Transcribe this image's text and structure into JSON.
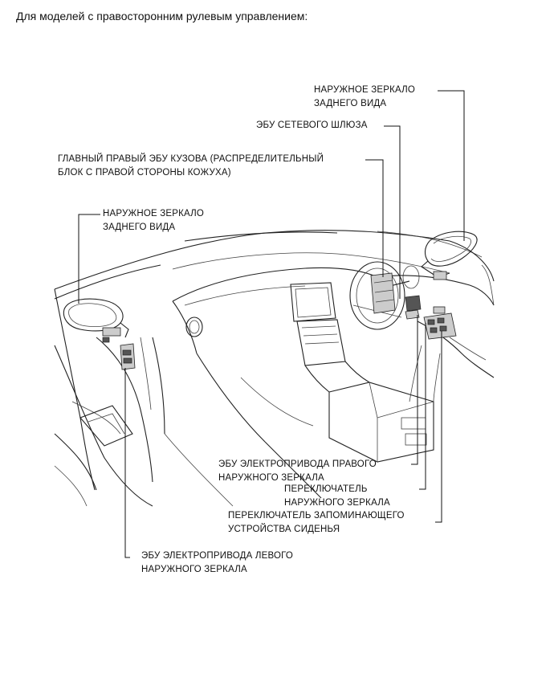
{
  "heading": "Для моделей с правосторонним рулевым управлением:",
  "labels": {
    "right_mirror": [
      "НАРУЖНОЕ ЗЕРКАЛО",
      "ЗАДНЕГО ВИДА"
    ],
    "gateway_ecu": [
      "ЭБУ СЕТЕВОГО ШЛЮЗА"
    ],
    "body_ecu": [
      "ГЛАВНЫЙ ПРАВЫЙ ЭБУ КУЗОВА (РАСПРЕДЕЛИТЕЛЬНЫЙ",
      "БЛОК С ПРАВОЙ СТОРОНЫ КОЖУХА)"
    ],
    "left_mirror": [
      "НАРУЖНОЕ ЗЕРКАЛО",
      "ЗАДНЕГО ВИДА"
    ],
    "right_mirror_ecu": [
      "ЭБУ ЭЛЕКТРОПРИВОДА ПРАВОГО",
      "НАРУЖНОГО ЗЕРКАЛА"
    ],
    "mirror_switch": [
      "ПЕРЕКЛЮЧАТЕЛЬ",
      "НАРУЖНОГО ЗЕРКАЛА"
    ],
    "seat_memory_switch": [
      "ПЕРЕКЛЮЧАТЕЛЬ ЗАПОМИНАЮЩЕГО",
      "УСТРОЙСТВА СИДЕНЬЯ"
    ],
    "left_mirror_ecu": [
      "ЭБУ ЭЛЕКТРОПРИВОДА ЛЕВОГО",
      "НАРУЖНОГО ЗЕРКАЛА"
    ]
  }
}
